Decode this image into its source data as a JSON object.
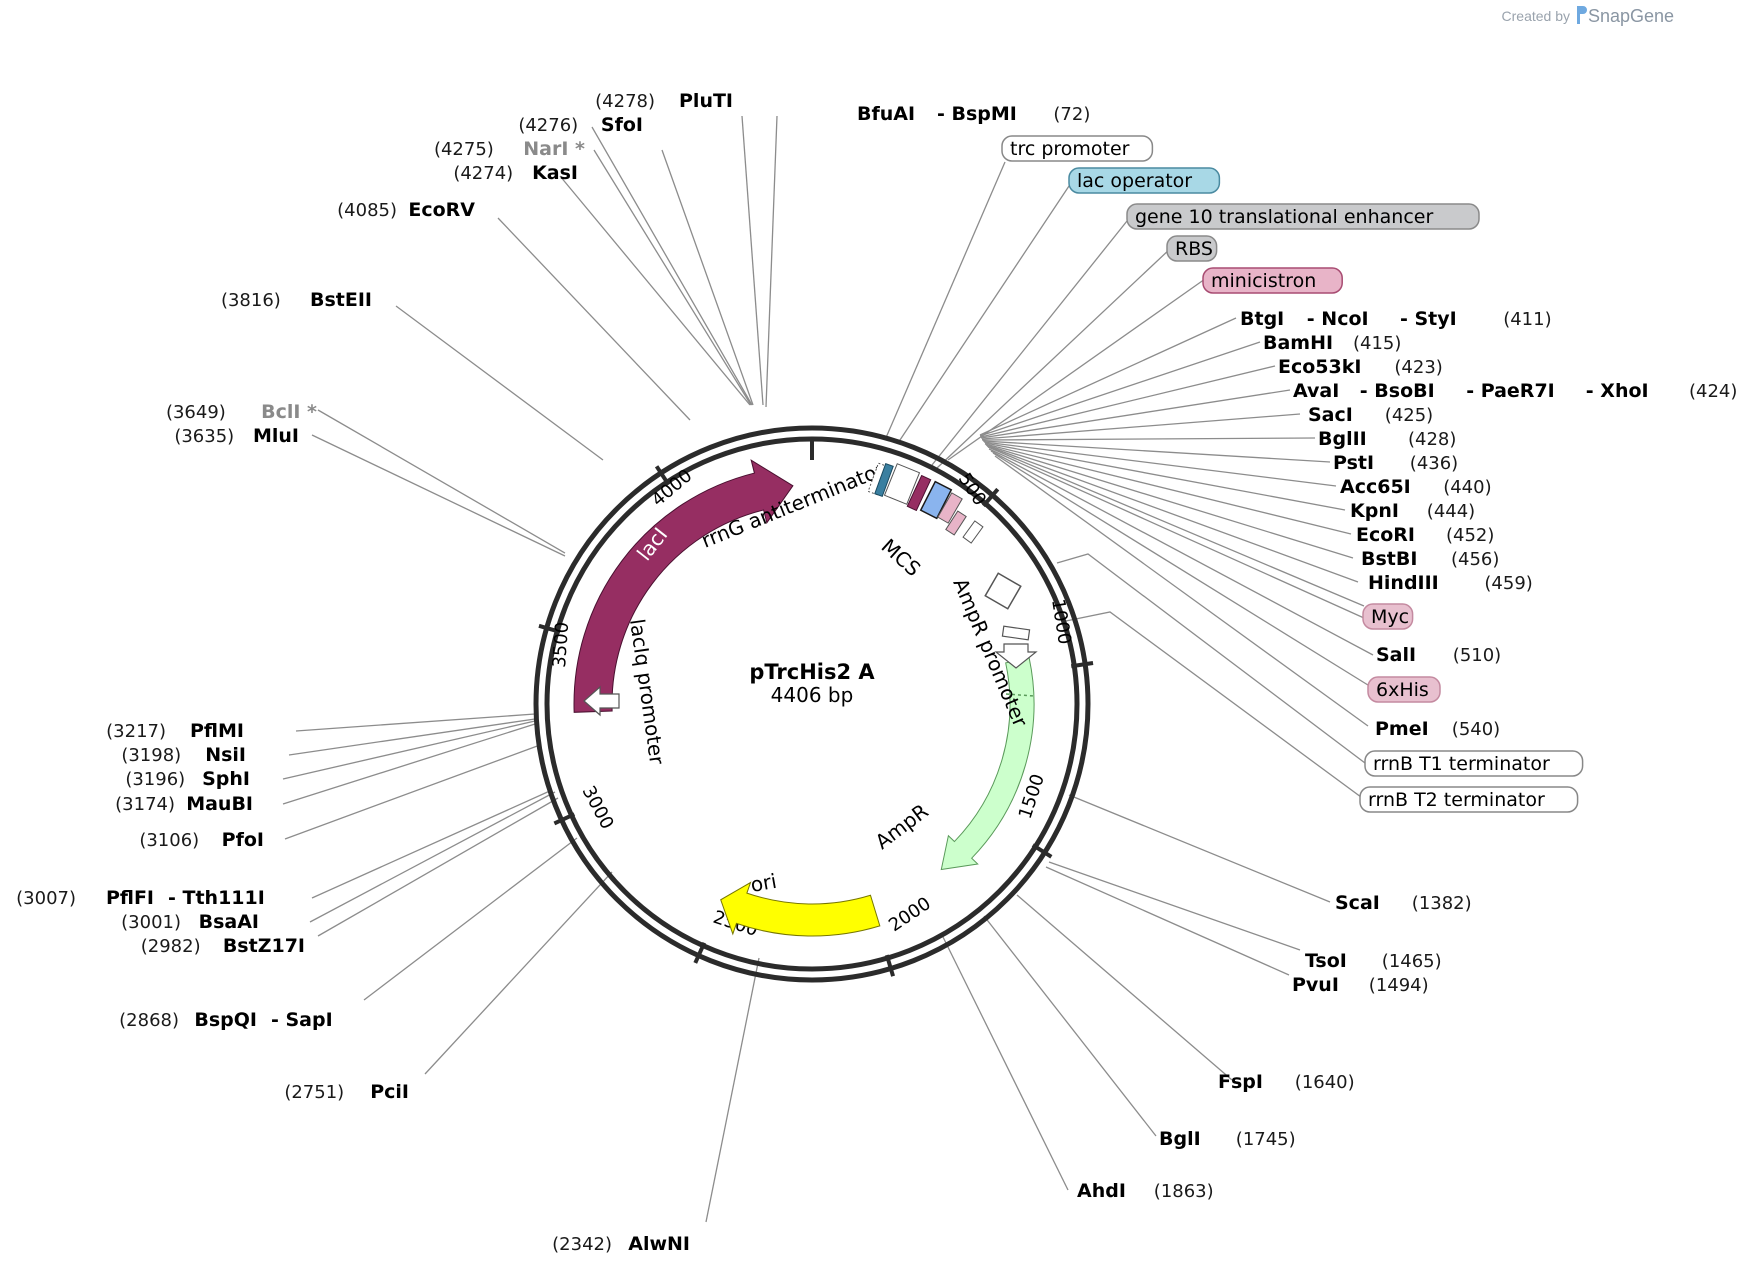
{
  "credit": {
    "prefix": "Created by",
    "brand": "SnapGene"
  },
  "plasmid": {
    "name": "pTrcHis2 A",
    "size_text": "4406 bp"
  },
  "ticks": [
    "500",
    "1000",
    "1500",
    "2000",
    "2500",
    "3000",
    "3500",
    "4000"
  ],
  "features": {
    "lacI": "lacI",
    "ori": "ori",
    "AmpR": "AmpR",
    "AmpR_promoter": "AmpR promoter",
    "lacIq_promoter": "lacIq promoter",
    "rrnG": "rrnG antiterminator",
    "MCS": "MCS"
  },
  "feature_boxes": [
    {
      "text": "trc promoter",
      "fill": "#ffffff",
      "stroke": "#888888"
    },
    {
      "text": "lac operator",
      "fill": "#a8d8e6",
      "stroke": "#4a8aa0"
    },
    {
      "text": "gene 10 translational enhancer",
      "fill": "#c9cacc",
      "stroke": "#8a8a8a"
    },
    {
      "text": "RBS",
      "fill": "#c9cacc",
      "stroke": "#8a8a8a"
    },
    {
      "text": "minicistron",
      "fill": "#e8b4c8",
      "stroke": "#a84c72"
    },
    {
      "text": "Myc",
      "fill": "#e8c0cf",
      "stroke": "#c48aa0"
    },
    {
      "text": "6xHis",
      "fill": "#e8c0cf",
      "stroke": "#c48aa0"
    },
    {
      "text": "rrnB T1 terminator",
      "fill": "#ffffff",
      "stroke": "#888888"
    },
    {
      "text": "rrnB T2 terminator",
      "fill": "#ffffff",
      "stroke": "#888888"
    }
  ],
  "sites_right": [
    {
      "pos": "(72)",
      "names": [
        "BfuAI",
        "- BspMI"
      ]
    },
    {
      "pos": "(411)",
      "names": [
        "BtgI",
        "- NcoI",
        "- StyI"
      ]
    },
    {
      "pos": "(415)",
      "names": [
        "BamHI"
      ]
    },
    {
      "pos": "(423)",
      "names": [
        "Eco53kI"
      ]
    },
    {
      "pos": "(424)",
      "names": [
        "AvaI",
        "- BsoBI",
        "- PaeR7I",
        "- XhoI"
      ]
    },
    {
      "pos": "(425)",
      "names": [
        "SacI"
      ]
    },
    {
      "pos": "(428)",
      "names": [
        "BglII"
      ]
    },
    {
      "pos": "(436)",
      "names": [
        "PstI"
      ]
    },
    {
      "pos": "(440)",
      "names": [
        "Acc65I"
      ]
    },
    {
      "pos": "(444)",
      "names": [
        "KpnI"
      ]
    },
    {
      "pos": "(452)",
      "names": [
        "EcoRI"
      ]
    },
    {
      "pos": "(456)",
      "names": [
        "BstBI"
      ]
    },
    {
      "pos": "(459)",
      "names": [
        "HindIII"
      ]
    },
    {
      "pos": "(510)",
      "names": [
        "SalI"
      ]
    },
    {
      "pos": "(540)",
      "names": [
        "PmeI"
      ]
    },
    {
      "pos": "(1382)",
      "names": [
        "ScaI"
      ]
    },
    {
      "pos": "(1465)",
      "names": [
        "TsoI"
      ]
    },
    {
      "pos": "(1494)",
      "names": [
        "PvuI"
      ]
    },
    {
      "pos": "(1640)",
      "names": [
        "FspI"
      ]
    },
    {
      "pos": "(1745)",
      "names": [
        "BglI"
      ]
    },
    {
      "pos": "(1863)",
      "names": [
        "AhdI"
      ]
    }
  ],
  "sites_left": [
    {
      "pos": "(4278)",
      "name": "PluTI",
      "dim": false
    },
    {
      "pos": "(4276)",
      "name": "SfoI",
      "dim": false
    },
    {
      "pos": "(4275)",
      "name": "NarI *",
      "dim": true
    },
    {
      "pos": "(4274)",
      "name": "KasI",
      "dim": false
    },
    {
      "pos": "(4085)",
      "name": "EcoRV",
      "dim": false
    },
    {
      "pos": "(3816)",
      "name": "BstEII",
      "dim": false
    },
    {
      "pos": "(3649)",
      "name": "BclI *",
      "dim": true
    },
    {
      "pos": "(3635)",
      "name": "MluI",
      "dim": false
    },
    {
      "pos": "(3217)",
      "name": "PflMI",
      "dim": false
    },
    {
      "pos": "(3198)",
      "name": "NsiI",
      "dim": false
    },
    {
      "pos": "(3196)",
      "name": "SphI",
      "dim": false
    },
    {
      "pos": "(3174)",
      "name": "MauBI",
      "dim": false
    },
    {
      "pos": "(3106)",
      "name": "PfoI",
      "dim": false
    },
    {
      "pos": "(3007)",
      "name": "PflFI",
      "dim": false,
      "extra": "- Tth111I"
    },
    {
      "pos": "(3001)",
      "name": "BsaAI",
      "dim": false
    },
    {
      "pos": "(2982)",
      "name": "BstZ17I",
      "dim": false
    },
    {
      "pos": "(2868)",
      "name": "BspQI",
      "dim": false,
      "extra": "- SapI"
    },
    {
      "pos": "(2751)",
      "name": "PciI",
      "dim": false
    },
    {
      "pos": "(2342)",
      "name": "AlwNI",
      "dim": false
    }
  ],
  "colors": {
    "lacI": "#962e62",
    "ori": "#ffff00",
    "AmpR": "#ccffcc",
    "ring": "#2b2b2b",
    "leader": "#8c8c8c"
  }
}
